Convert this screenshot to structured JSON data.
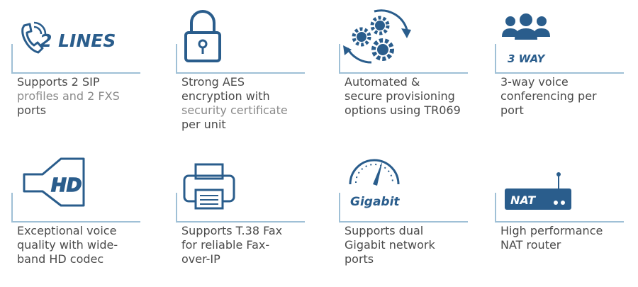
{
  "colors": {
    "icon_blue": "#2a5d8c",
    "rule": "#9fc0d6",
    "text_dark": "#4a4a4a",
    "text_light": "#8a8a8a"
  },
  "features": [
    {
      "icon": "phone-icon",
      "badge": "2 LINES",
      "lines": [
        "Supports 2 SIP",
        "profiles and 2 FXS",
        "ports"
      ]
    },
    {
      "icon": "padlock-icon",
      "badge": "",
      "lines": [
        "Strong AES",
        "encryption with",
        "security certificate",
        "per unit"
      ]
    },
    {
      "icon": "gears-icon",
      "badge": "",
      "lines": [
        "Automated &",
        "secure provisioning",
        "options using TR069"
      ]
    },
    {
      "icon": "people-group-icon",
      "badge": "3 WAY",
      "lines": [
        "3-way voice",
        "conferencing  per",
        "port"
      ]
    },
    {
      "icon": "hd-speaker-icon",
      "badge": "HD",
      "lines": [
        "Exceptional voice",
        "quality with wide-",
        "band HD codec"
      ]
    },
    {
      "icon": "fax-machine-icon",
      "badge": "",
      "lines": [
        "Supports T.38 Fax",
        "for reliable Fax-",
        "over-IP"
      ]
    },
    {
      "icon": "speedometer-icon",
      "badge": "Gigabit",
      "lines": [
        "Supports dual",
        "Gigabit network",
        "ports"
      ]
    },
    {
      "icon": "router-icon",
      "badge": "NAT",
      "lines": [
        "High performance",
        "NAT router"
      ]
    }
  ]
}
